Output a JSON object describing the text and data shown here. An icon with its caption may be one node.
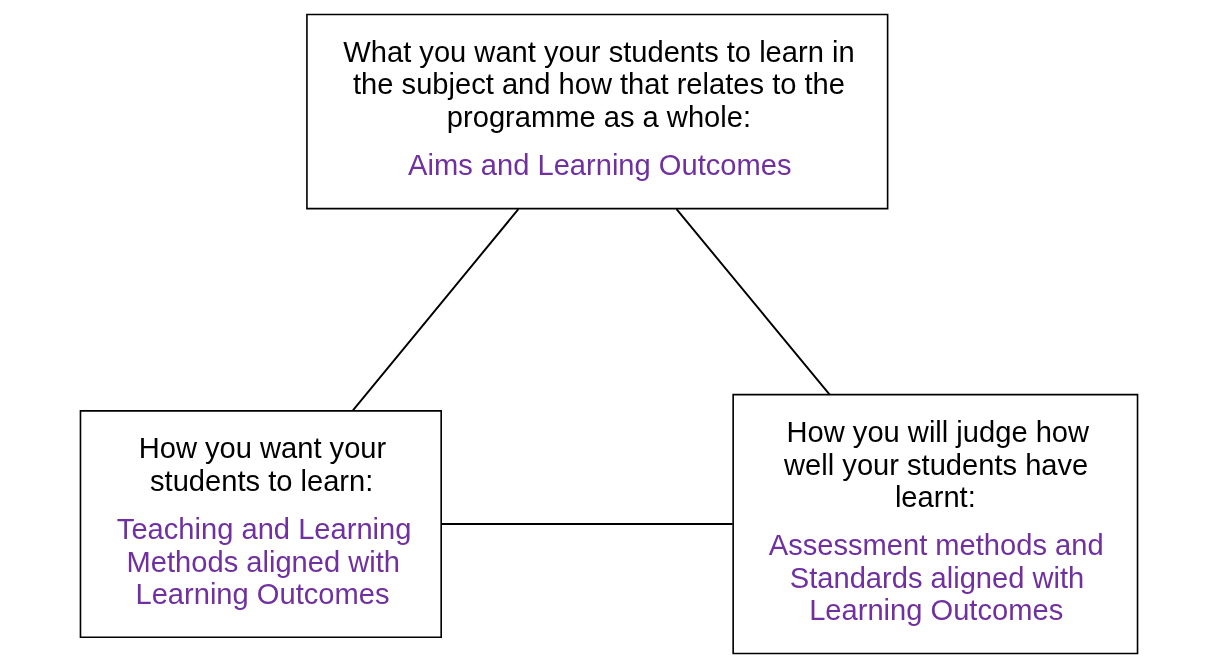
{
  "diagram": {
    "nodes": [
      {
        "text": [
          "What you want your students to learn in the subject and how that relates to the programme as a whole:",
          "Aims and Learning Outcomes"
        ]
      },
      {
        "text": [
          "How you want your students to learn:",
          "Teaching and Learning Methods aligned with Learning Outcomes"
        ]
      },
      {
        "text": [
          "How you will judge how well your students have learnt:",
          "Assessment methods and Standards aligned with Learning Outcomes"
        ]
      }
    ],
    "edges": [
      {
        "from": 0,
        "to": 1,
        "arrow": "none"
      },
      {
        "from": 0,
        "to": 2,
        "arrow": "none"
      },
      {
        "from": 1,
        "to": 2,
        "arrow": "none"
      }
    ]
  }
}
